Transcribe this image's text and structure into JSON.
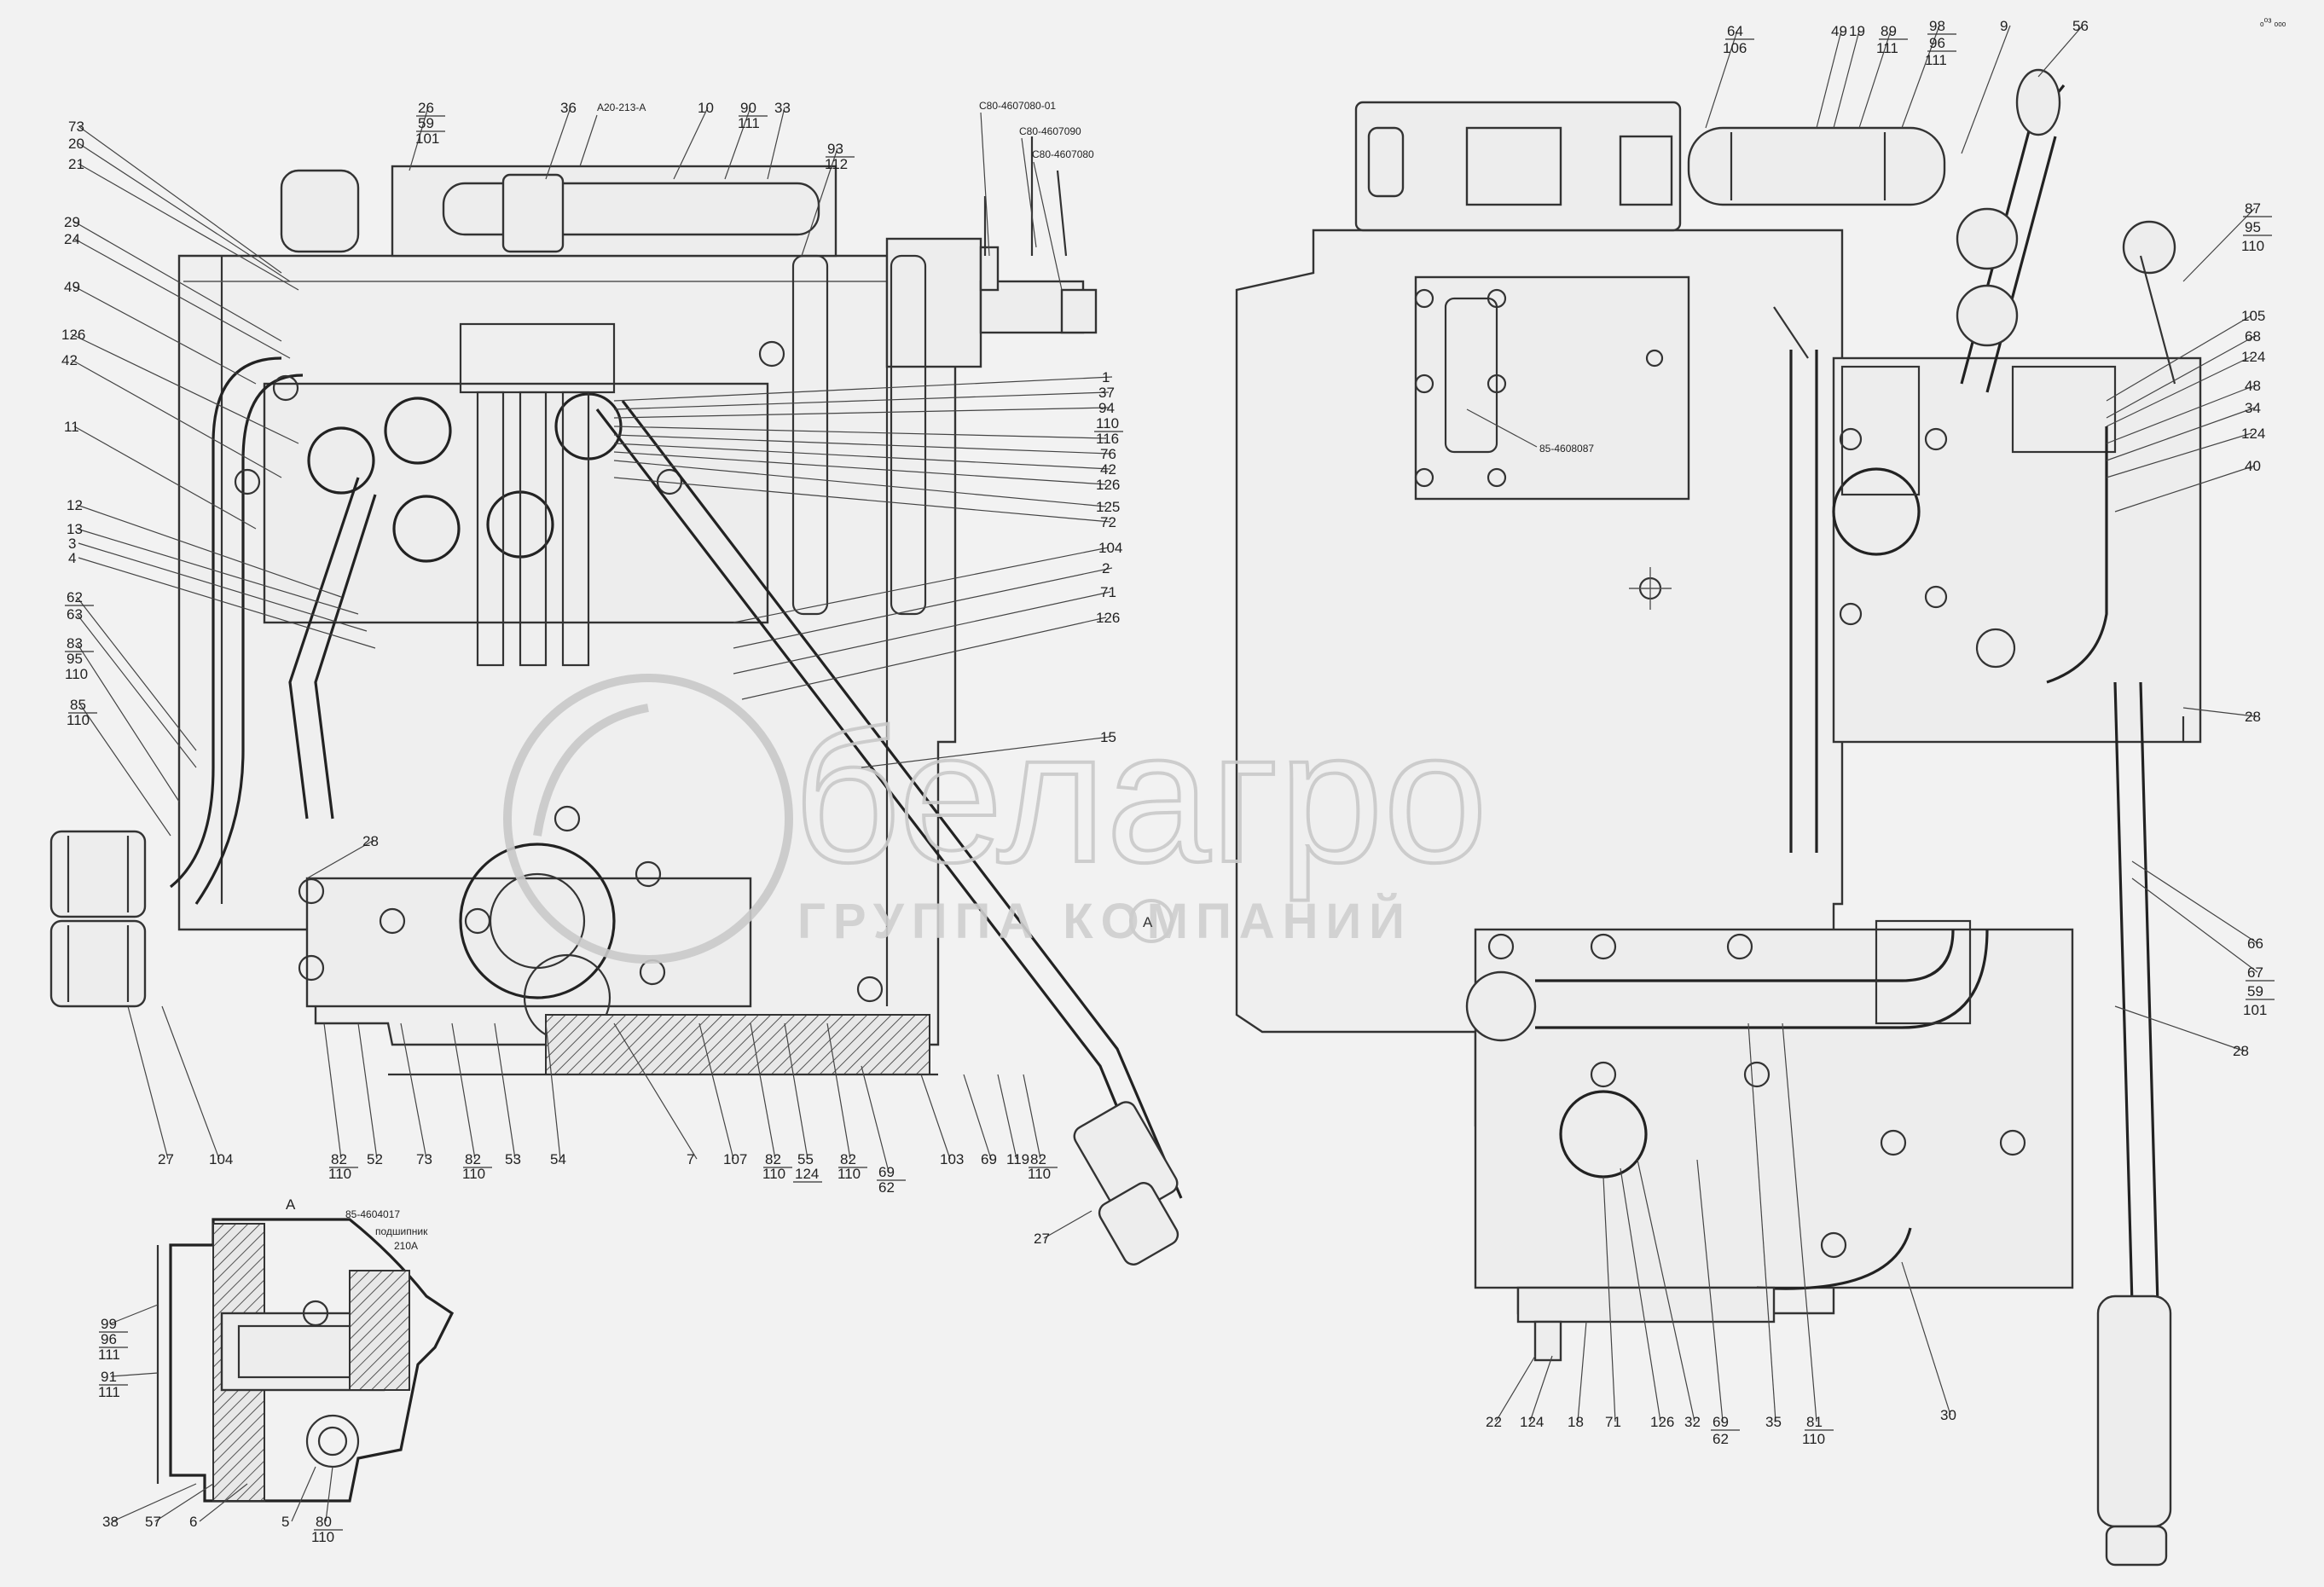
{
  "designations": {
    "top_left_a": "А20-213-А",
    "valve_1": "С80-4607080-01",
    "valve_2": "С80-4607090",
    "valve_3": "С80-4607080",
    "nameplate": "85-4608087",
    "section_drawing": "85-4604017",
    "bearing_l1": "подшипник",
    "bearing_l2": "210А"
  },
  "section_label": "А",
  "corner_mark": "ₒ⁰³ ₒₒₒ",
  "watermark": {
    "brand": "белагро",
    "subtitle": "ГРУППА КОМПАНИЙ",
    "arrow_label": "А"
  },
  "labels": {
    "l_73": "73",
    "l_20": "20",
    "l_21": "21",
    "l_29": "29",
    "l_24": "24",
    "l_49": "49",
    "l_126a": "126",
    "l_42a": "42",
    "l_11": "11",
    "l_12": "12",
    "l_13": "13",
    "l_3": "3",
    "l_4": "4",
    "l_62": "62",
    "l_63": "63",
    "l_83": "83",
    "l_95a": "95",
    "l_110a": "110",
    "l_85": "85",
    "l_110b": "110",
    "l_26": "26",
    "l_59a": "59",
    "l_101a": "101",
    "l_36": "36",
    "l_10": "10",
    "l_90": "90",
    "l_111a": "111",
    "l_33": "33",
    "l_93": "93",
    "l_112": "112",
    "l_1": "1",
    "l_37": "37",
    "l_94": "94",
    "l_110c": "110",
    "l_116": "116",
    "l_76": "76",
    "l_42b": "42",
    "l_126b": "126",
    "l_125": "125",
    "l_72": "72",
    "l_104a": "104",
    "l_2": "2",
    "l_71a": "71",
    "l_126c": "126",
    "l_15": "15",
    "l_28a": "28",
    "l_27a": "27",
    "l_104b": "104",
    "l_82a": "82",
    "l_110d": "110",
    "l_52": "52",
    "l_73b": "73",
    "l_82b": "82",
    "l_110e": "110",
    "l_53": "53",
    "l_54": "54",
    "l_7": "7",
    "l_107": "107",
    "l_82c": "82",
    "l_110f": "110",
    "l_55": "55",
    "l_124a": "124",
    "l_82d": "82",
    "l_110g": "110",
    "l_69a": "69",
    "l_62b": "62",
    "l_103": "103",
    "l_69b": "69",
    "l_119": "119",
    "l_82e": "82",
    "l_110h": "110",
    "l_27b": "27",
    "l_99": "99",
    "l_96a": "96",
    "l_111b": "111",
    "l_91": "91",
    "l_111c": "111",
    "l_38": "38",
    "l_57": "57",
    "l_6": "6",
    "l_5": "5",
    "l_80": "80",
    "l_110i": "110",
    "l_64": "64",
    "l_106": "106",
    "l_49b": "49",
    "l_19": "19",
    "l_89": "89",
    "l_111d": "111",
    "l_98": "98",
    "l_96b": "96",
    "l_111e": "111",
    "l_9": "9",
    "l_56": "56",
    "l_87": "87",
    "l_95b": "95",
    "l_110j": "110",
    "l_105": "105",
    "l_68": "68",
    "l_124b": "124",
    "l_48": "48",
    "l_34": "34",
    "l_124c": "124",
    "l_40": "40",
    "l_28b": "28",
    "l_66": "66",
    "l_67": "67",
    "l_59b": "59",
    "l_101b": "101",
    "l_28c": "28",
    "l_22": "22",
    "l_124d": "124",
    "l_18": "18",
    "l_71b": "71",
    "l_126d": "126",
    "l_32": "32",
    "l_69c": "69",
    "l_62c": "62",
    "l_35": "35",
    "l_81": "81",
    "l_110k": "110",
    "l_30": "30"
  }
}
